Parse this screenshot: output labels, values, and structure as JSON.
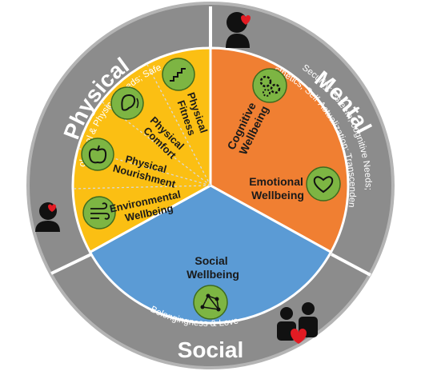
{
  "colors": {
    "ring": "#8c8c8c",
    "ring_outline": "#b4b4b4",
    "mental": "#f07f32",
    "physical": "#fbbf13",
    "social": "#5b9bd5",
    "icon_fill": "#7db543",
    "icon_stroke": "#3e6b1f",
    "heart": "#e31b23"
  },
  "ring": {
    "physical": {
      "title": "Physical",
      "subtitle": "Biological & Physical Needs; Safety"
    },
    "mental": {
      "title": "Mental",
      "subtitle_line1": "Security; Esteem; cognitive Needs;",
      "subtitle_line2": "Aesthetics; Self-Actualization; Transcendence"
    },
    "social": {
      "title": "Social",
      "subtitle": "Belongingness & Love"
    }
  },
  "segments": {
    "cognitive": {
      "line1": "Cognitive",
      "line2": "Wellbeing",
      "icon": "gears-icon"
    },
    "emotional": {
      "line1": "Emotional",
      "line2": "Wellbeing",
      "icon": "heart-icon"
    },
    "social": {
      "line1": "Social",
      "line2": "Wellbeing",
      "icon": "network-icon"
    },
    "fitness": {
      "line1": "Physical",
      "line2": "Fitness",
      "icon": "stairs-icon"
    },
    "comfort": {
      "line1": "Physical",
      "line2": "Comfort",
      "icon": "ear-icon"
    },
    "nourishment": {
      "line1": "Physical",
      "line2": "Nourishment",
      "icon": "apple-icon"
    },
    "environmental": {
      "line1": "Environmental",
      "line2": "Wellbeing",
      "icon": "wind-icon"
    }
  }
}
